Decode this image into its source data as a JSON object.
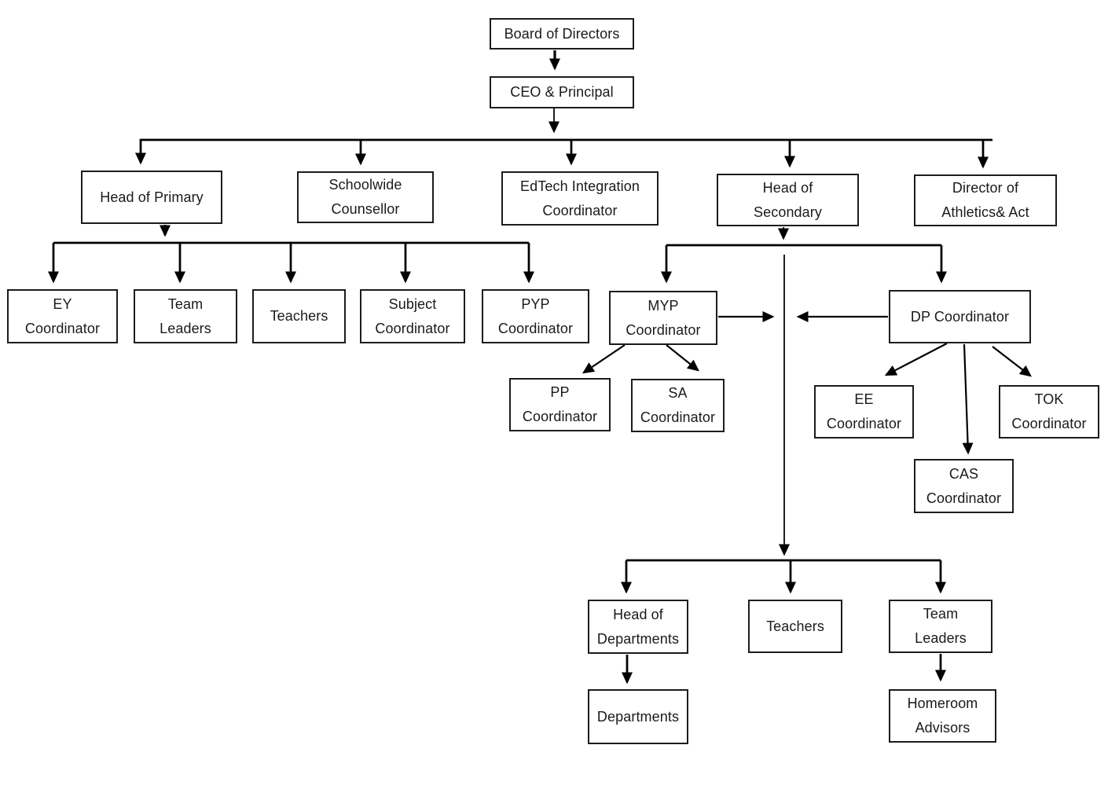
{
  "diagram": {
    "type": "org-chart",
    "background_color": "#ffffff",
    "line_color": "#000000",
    "box_border_color": "#1c1c1c",
    "text_color": "#1a1a1a",
    "nodes": {
      "board": {
        "label": "Board of Directors"
      },
      "ceo": {
        "label": "CEO & Principal"
      },
      "head_primary": {
        "label": "Head of Primary"
      },
      "schoolwide_counsellor": {
        "label": "Schoolwide\nCounsellor"
      },
      "edtech": {
        "label": "EdTech Integration\nCoordinator"
      },
      "head_secondary": {
        "label": "Head of\nSecondary"
      },
      "athletics": {
        "label": "Director of\nAthletics& Act"
      },
      "ey": {
        "label": "EY\nCoordinator"
      },
      "team_leaders_primary": {
        "label": "Team\nLeaders"
      },
      "teachers_primary": {
        "label": "Teachers"
      },
      "subject": {
        "label": "Subject\nCoordinator"
      },
      "pyp": {
        "label": "PYP\nCoordinator"
      },
      "myp": {
        "label": "MYP\nCoordinator"
      },
      "dp": {
        "label": "DP Coordinator"
      },
      "pp": {
        "label": "PP\nCoordinator"
      },
      "sa": {
        "label": "SA\nCoordinator"
      },
      "ee": {
        "label": "EE\nCoordinator"
      },
      "cas": {
        "label": "CAS\nCoordinator"
      },
      "tok": {
        "label": "TOK\nCoordinator"
      },
      "head_departments": {
        "label": "Head of\nDepartments"
      },
      "teachers_secondary": {
        "label": "Teachers"
      },
      "team_leaders_secondary": {
        "label": "Team\nLeaders"
      },
      "departments": {
        "label": "Departments"
      },
      "homeroom": {
        "label": "Homeroom\nAdvisors"
      }
    },
    "edges": [
      {
        "from": "Board of Directors",
        "to": "CEO & Principal"
      },
      {
        "from": "CEO & Principal",
        "to": "Head of Primary"
      },
      {
        "from": "CEO & Principal",
        "to": "Schoolwide Counsellor"
      },
      {
        "from": "CEO & Principal",
        "to": "EdTech Integration Coordinator"
      },
      {
        "from": "CEO & Principal",
        "to": "Head of Secondary"
      },
      {
        "from": "CEO & Principal",
        "to": "Director of Athletics& Act"
      },
      {
        "from": "Head of Primary",
        "to": "EY Coordinator"
      },
      {
        "from": "Head of Primary",
        "to": "Team Leaders (Primary)"
      },
      {
        "from": "Head of Primary",
        "to": "Teachers (Primary)"
      },
      {
        "from": "Head of Primary",
        "to": "Subject Coordinator"
      },
      {
        "from": "Head of Primary",
        "to": "PYP Coordinator"
      },
      {
        "from": "Head of Secondary",
        "to": "MYP Coordinator"
      },
      {
        "from": "Head of Secondary",
        "to": "DP Coordinator"
      },
      {
        "from": "Head of Secondary",
        "to": "Head of Departments"
      },
      {
        "from": "Head of Secondary",
        "to": "Teachers (Secondary)"
      },
      {
        "from": "Head of Secondary",
        "to": "Team Leaders (Secondary)"
      },
      {
        "from": "MYP Coordinator",
        "to": "Secondary staff line"
      },
      {
        "from": "DP Coordinator",
        "to": "Secondary staff line"
      },
      {
        "from": "MYP Coordinator",
        "to": "PP Coordinator"
      },
      {
        "from": "MYP Coordinator",
        "to": "SA Coordinator"
      },
      {
        "from": "DP Coordinator",
        "to": "EE Coordinator"
      },
      {
        "from": "DP Coordinator",
        "to": "CAS Coordinator"
      },
      {
        "from": "DP Coordinator",
        "to": "TOK Coordinator"
      },
      {
        "from": "Head of Departments",
        "to": "Departments"
      },
      {
        "from": "Team Leaders (Secondary)",
        "to": "Homeroom Advisors"
      }
    ]
  }
}
